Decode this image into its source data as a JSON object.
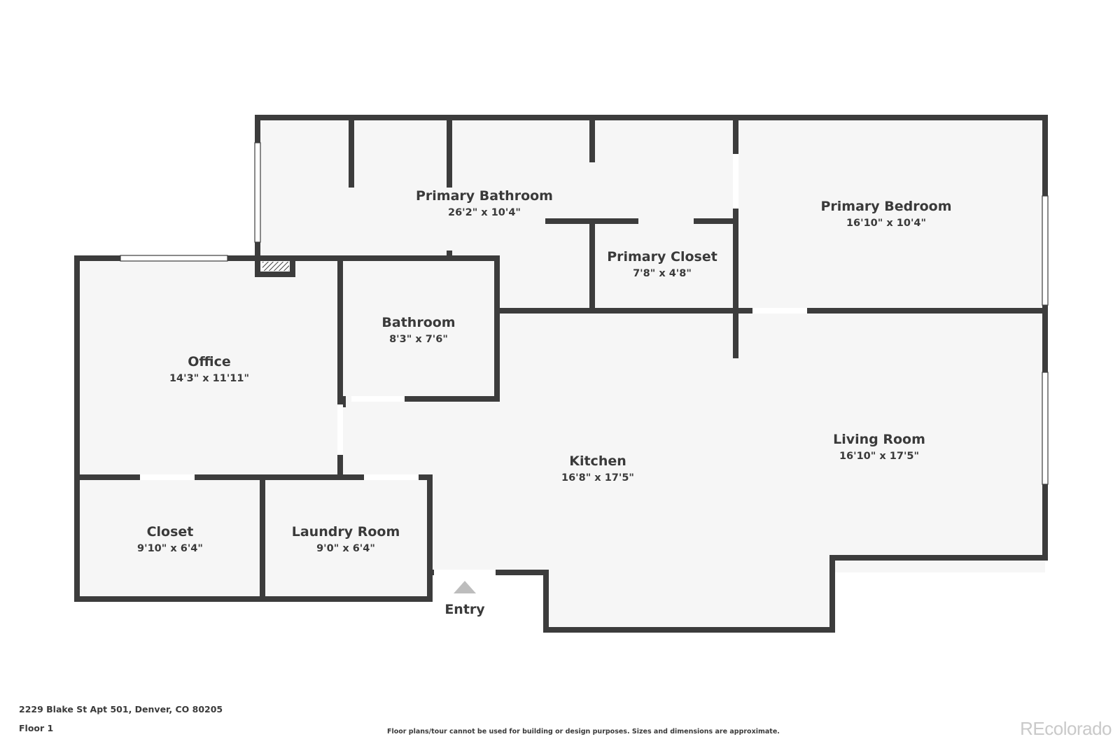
{
  "rooms": {
    "primary_bathroom": {
      "name": "Primary Bathroom",
      "dims": "26'2\" x 10'4\""
    },
    "primary_bedroom": {
      "name": "Primary Bedroom",
      "dims": "16'10\" x 10'4\""
    },
    "primary_closet": {
      "name": "Primary Closet",
      "dims": "7'8\" x 4'8\""
    },
    "office": {
      "name": "Office",
      "dims": "14'3\" x 11'11\""
    },
    "bathroom": {
      "name": "Bathroom",
      "dims": "8'3\" x 7'6\""
    },
    "kitchen": {
      "name": "Kitchen",
      "dims": "16'8\" x 17'5\""
    },
    "living_room": {
      "name": "Living Room",
      "dims": "16'10\" x 17'5\""
    },
    "closet": {
      "name": "Closet",
      "dims": "9'10\" x 6'4\""
    },
    "laundry_room": {
      "name": "Laundry Room",
      "dims": "9'0\" x 6'4\""
    }
  },
  "entry": {
    "label": "Entry"
  },
  "footer": {
    "address": "2229 Blake St Apt 501, Denver, CO 80205",
    "floor": "Floor 1",
    "disclaimer": "Floor plans/tour cannot be used for building or design purposes. Sizes and dimensions are approximate.",
    "brand": "REcolorado"
  },
  "colors": {
    "wall": "#3c3c3c",
    "floor": "#f6f6f6",
    "opening": "#ffffff",
    "entry_marker": "#bdbdbd",
    "brand": "#c9c9c9"
  }
}
